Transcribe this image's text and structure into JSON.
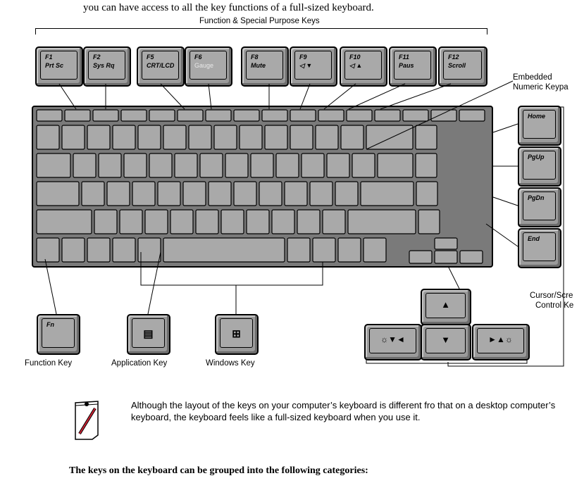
{
  "intro_text": "you can have access to all the key functions of a full-sized keyboard.",
  "function_keys": {
    "title": "Function & Special Purpose Keys",
    "keys": [
      {
        "top": "F1",
        "bottom": "Prt Sc"
      },
      {
        "top": "F2",
        "bottom": "Sys Rq"
      },
      {
        "top": "F5",
        "bottom": "CRT/LCD"
      },
      {
        "top": "F6",
        "bottom": "Gauge"
      },
      {
        "top": "F8",
        "bottom": "Mute"
      },
      {
        "top": "F9",
        "bottom": "◁ ▼"
      },
      {
        "top": "F10",
        "bottom": "◁ ▲"
      },
      {
        "top": "F11",
        "bottom": "Paus"
      },
      {
        "top": "F12",
        "bottom": "Scroll"
      }
    ]
  },
  "embedded_numeric_keypad": {
    "line1": "Embedded",
    "line2": "Numeric Keypa"
  },
  "cursor_keys_right": [
    {
      "label": "Home"
    },
    {
      "label": "PgUp"
    },
    {
      "label": "PgDn"
    },
    {
      "label": "End"
    }
  ],
  "cursor_screen_control": {
    "line1": "Cursor/Scre",
    "line2": "Control Ke"
  },
  "arrow_keys": {
    "up": "▲",
    "down": "▼",
    "left": "☼▼◄",
    "right": "►▲☼"
  },
  "special_keys": {
    "function_key": {
      "cap": "Fn",
      "label": "Function Key"
    },
    "application_key": {
      "label": "Application Key"
    },
    "windows_key": {
      "label": "Windows Key"
    }
  },
  "note": {
    "text": "Although the layout of the keys on your computer’s keyboard is different fro that on a desktop computer’s keyboard, the keyboard feels like a full-sized keyboard when you use it."
  },
  "categories_heading": "The keys on the keyboard can be grouped into the following categories:",
  "colors": {
    "key_face": "#a9a9a9",
    "key_body": "#9a9a9a",
    "keyboard_bg": "#7a7a7a",
    "outline": "#000000"
  }
}
